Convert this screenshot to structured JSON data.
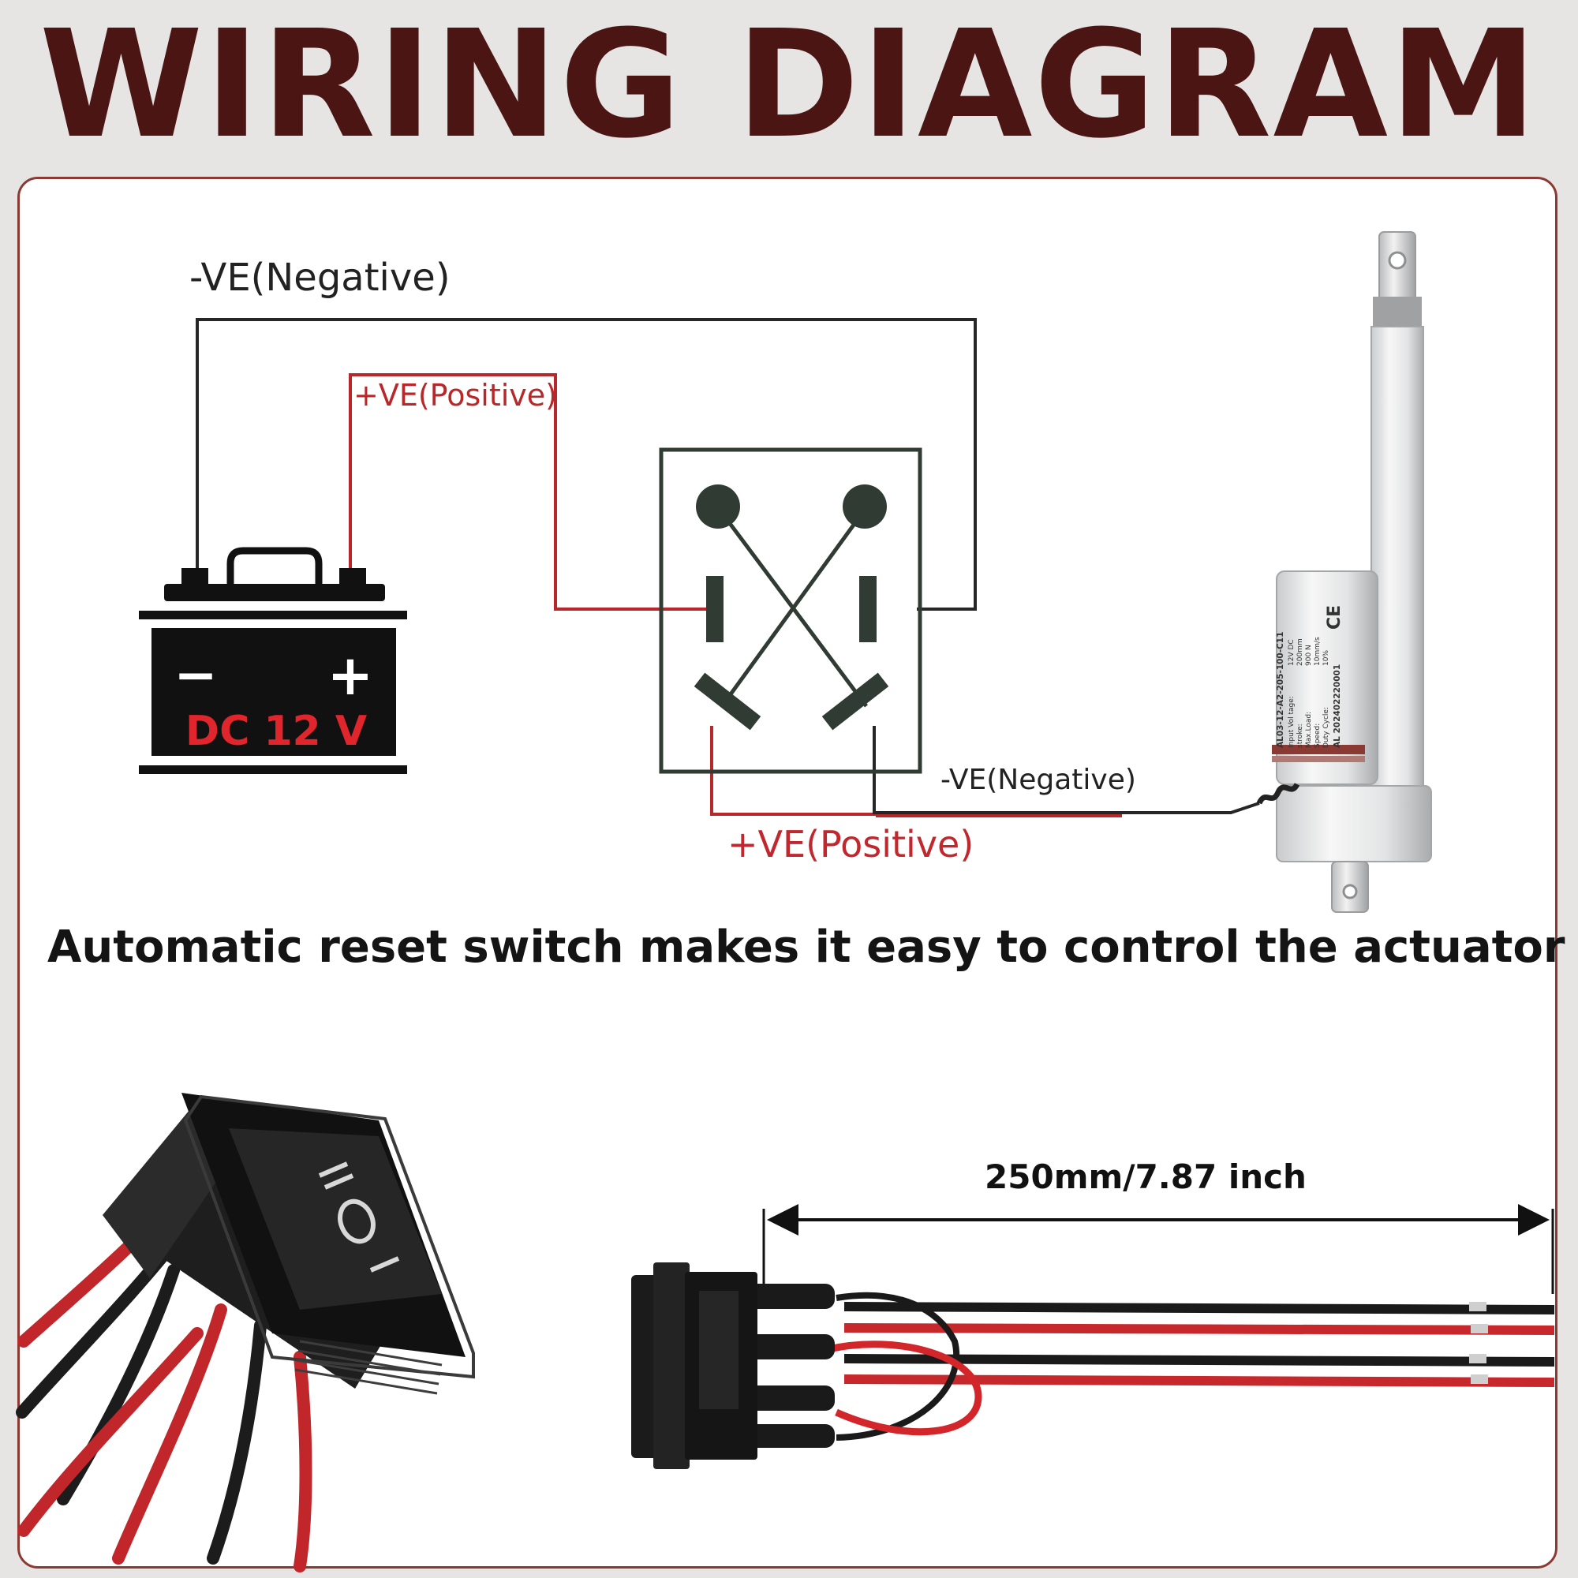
{
  "title": "WIRING DIAGRAM",
  "wires": {
    "neg_top": "-VE(Negative)",
    "pos_top": "+VE(Positive)",
    "neg_bottom": "-VE(Negative)",
    "pos_bottom": "+VE(Positive)"
  },
  "battery": {
    "minus": "−",
    "plus": "+",
    "label": "DC 12 V"
  },
  "actuator": {
    "model": "AL03-12-A2-205-100-C11",
    "rows": [
      {
        "key": "Input Vol tage:",
        "val": "12V DC"
      },
      {
        "key": "stroke:",
        "val": "200mm"
      },
      {
        "key": "Max.Load:",
        "val": "900 N"
      },
      {
        "key": "Speed:",
        "val": "10mm/s"
      },
      {
        "key": "Duty Cycle:",
        "val": "10%"
      }
    ],
    "serial": "AL 202402220001",
    "ce_mark": "CE"
  },
  "caption": "Automatic reset switch makes it easy to control the actuator",
  "dimension": "250mm/7.87 inch",
  "colors": {
    "title": "#4a1513",
    "frame": "#8a3a33",
    "negative_wire": "#262626",
    "positive_wire": "#b8282a",
    "battery_text": "#e0262c",
    "switch": "#2f3b33"
  }
}
